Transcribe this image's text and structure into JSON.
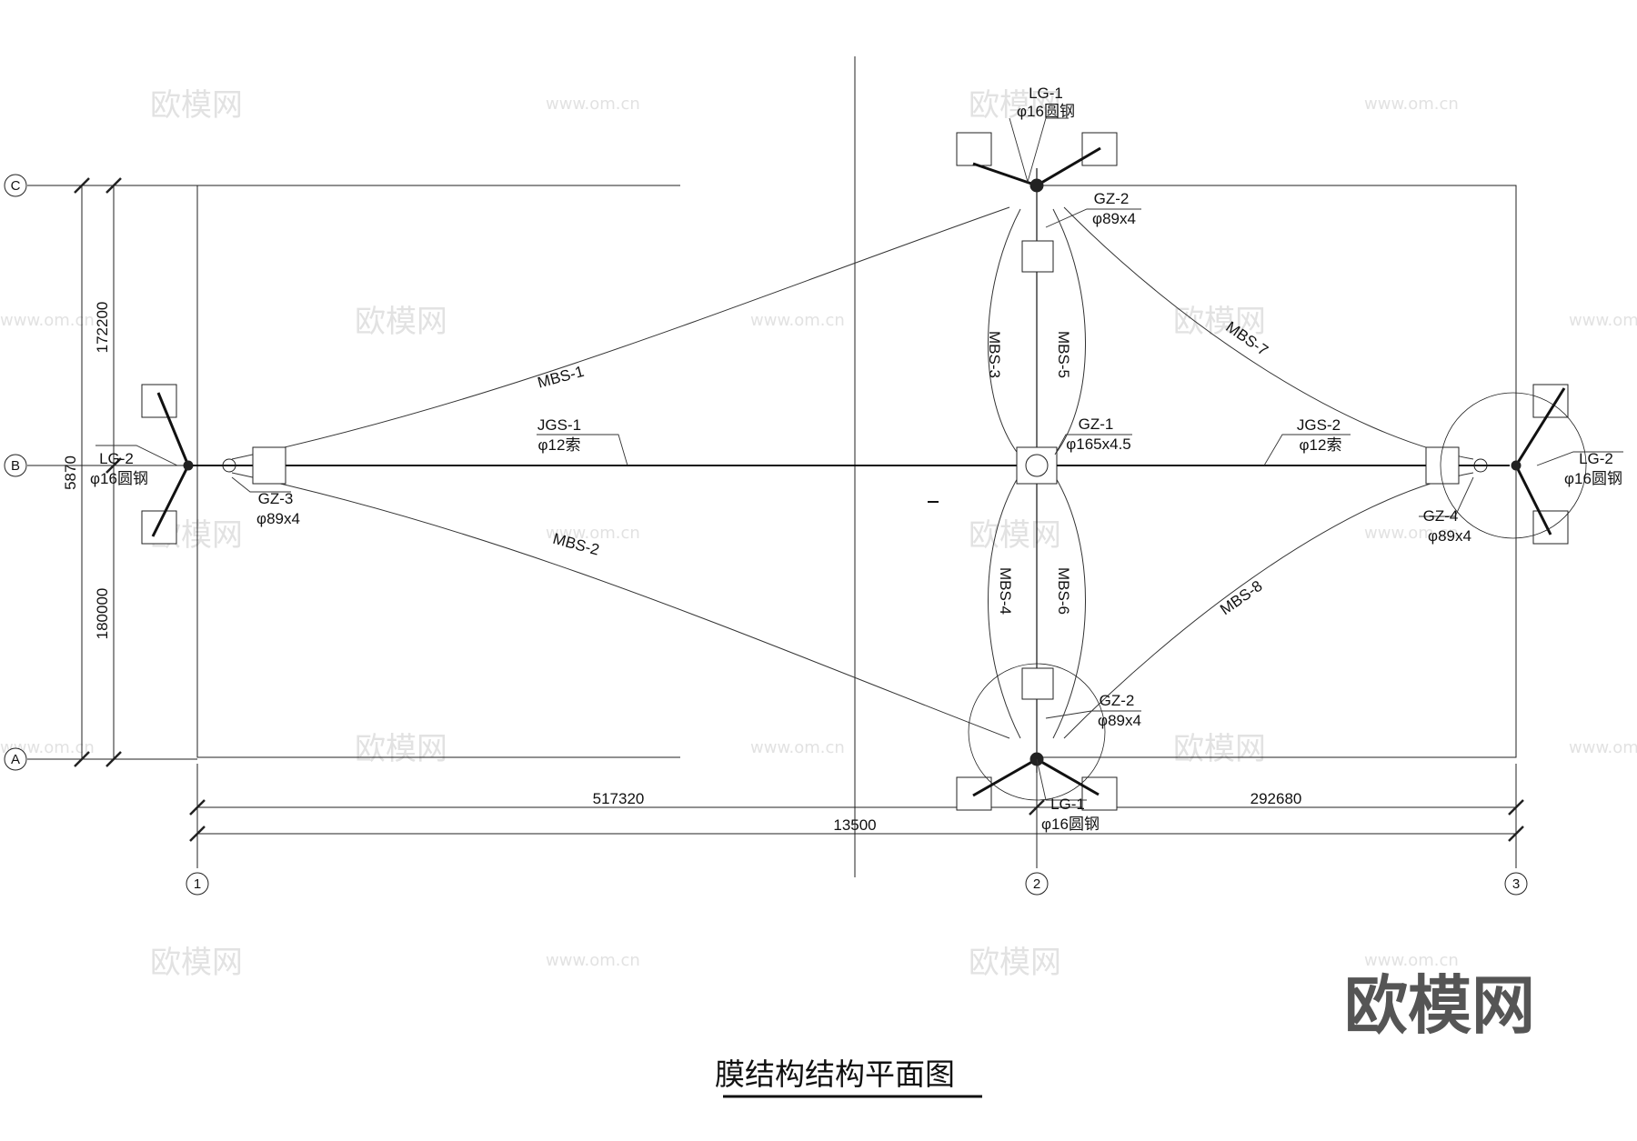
{
  "title": "膜结构结构平面图",
  "axes": {
    "rows": [
      "C",
      "B",
      "A"
    ],
    "cols": [
      "1",
      "2",
      "3"
    ]
  },
  "dimensions": {
    "left_top": "172200",
    "left_total": "5870",
    "left_bottom": "180000",
    "bottom_left": "517320",
    "bottom_right": "292680",
    "bottom_total": "13500"
  },
  "labels": {
    "lg1_top_a": "LG-1",
    "lg1_top_b": "φ16圆钢",
    "gz2_top_a": "GZ-2",
    "gz2_top_b": "φ89x4",
    "gz1_a": "GZ-1",
    "gz1_b": "φ165x4.5",
    "jgs1_a": "JGS-1",
    "jgs1_b": "φ12索",
    "jgs2_a": "JGS-2",
    "jgs2_b": "φ12索",
    "lg2_left_a": "LG-2",
    "lg2_left_b": "φ16圆钢",
    "gz3_a": "GZ-3",
    "gz3_b": "φ89x4",
    "lg2_right_a": "LG-2",
    "lg2_right_b": "φ16圆钢",
    "gz4_a": "GZ-4",
    "gz4_b": "φ89x4",
    "gz2_bot_a": "GZ-2",
    "gz2_bot_b": "φ89x4",
    "lg1_bot_a": "LG-1",
    "lg1_bot_b": "φ16圆钢",
    "mbs1": "MBS-1",
    "mbs2": "MBS-2",
    "mbs3": "MBS-3",
    "mbs4": "MBS-4",
    "mbs5": "MBS-5",
    "mbs6": "MBS-6",
    "mbs7": "MBS-7",
    "mbs8": "MBS-8"
  },
  "watermarks": {
    "site": "www.om.cn",
    "brand": "欧模网",
    "brand_large": "欧模网"
  }
}
